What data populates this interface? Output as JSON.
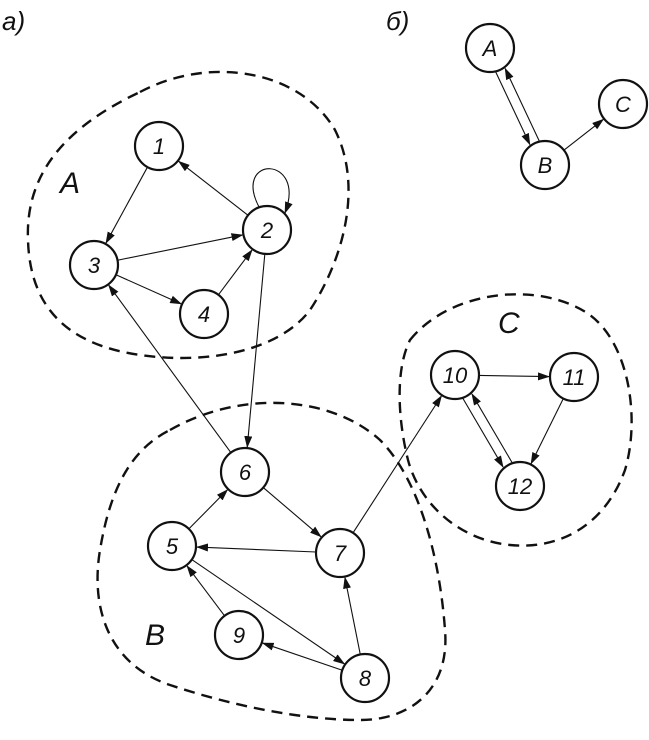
{
  "panels": {
    "a": "а)",
    "b": "б)"
  },
  "clusters": {
    "A": "A",
    "B": "B",
    "C": "C"
  },
  "nodes": {
    "n1": "1",
    "n2": "2",
    "n3": "3",
    "n4": "4",
    "n5": "5",
    "n6": "6",
    "n7": "7",
    "n8": "8",
    "n9": "9",
    "n10": "10",
    "n11": "11",
    "n12": "12",
    "cA": "A",
    "cB": "B",
    "cC": "C"
  },
  "edges": [
    [
      "n1",
      "n3"
    ],
    [
      "n2",
      "n1"
    ],
    [
      "n2",
      "n2"
    ],
    [
      "n3",
      "n2"
    ],
    [
      "n3",
      "n4"
    ],
    [
      "n4",
      "n2"
    ],
    [
      "n2",
      "n6"
    ],
    [
      "n6",
      "n3"
    ],
    [
      "n6",
      "n7"
    ],
    [
      "n5",
      "n6"
    ],
    [
      "n7",
      "n5"
    ],
    [
      "n7",
      "n10"
    ],
    [
      "n8",
      "n7"
    ],
    [
      "n8",
      "n9"
    ],
    [
      "n9",
      "n5"
    ],
    [
      "n5",
      "n8"
    ],
    [
      "n10",
      "n11"
    ],
    [
      "n11",
      "n12"
    ],
    [
      "n10",
      "n12"
    ],
    [
      "n12",
      "n10"
    ],
    [
      "cA",
      "cB"
    ],
    [
      "cB",
      "cA"
    ],
    [
      "cB",
      "cC"
    ]
  ]
}
